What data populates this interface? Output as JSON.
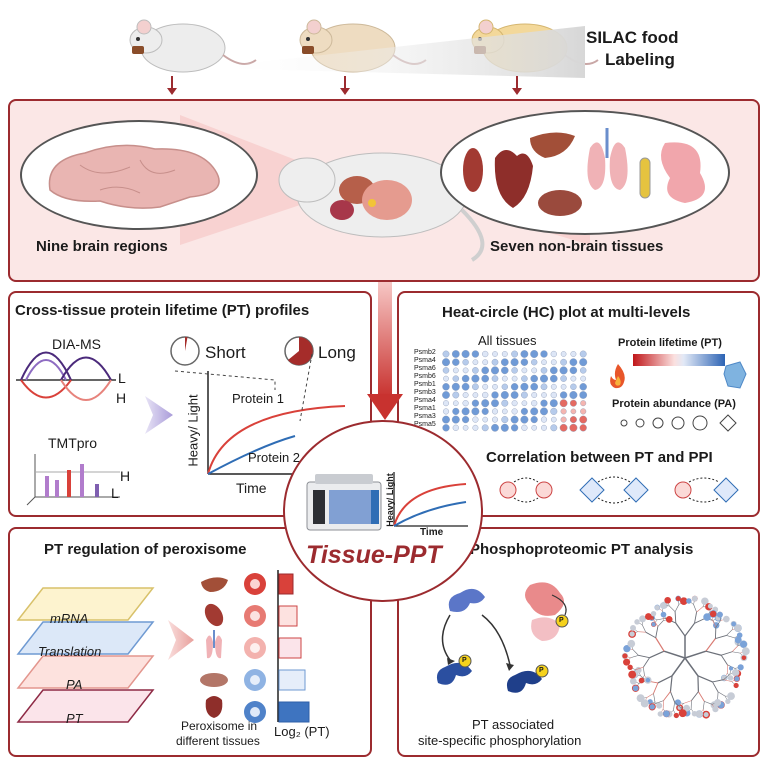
{
  "top": {
    "silac_label_line1": "SILAC food",
    "silac_label_line2": "Labeling",
    "left_caption": "Nine brain regions",
    "right_caption": "Seven non-brain tissues"
  },
  "panel_pt_profiles": {
    "title": "Cross-tissue protein lifetime (PT) profiles",
    "dia_ms": "DIA-MS",
    "tmtpro": "TMTpro",
    "light": "L",
    "heavy": "H",
    "short": "Short",
    "long": "Long",
    "protein1": "Protein 1",
    "protein2": "Protein 2",
    "ylabel": "Heavy/ Light",
    "xlabel": "Time"
  },
  "panel_hc": {
    "title": "Heat-circle (HC) plot at multi-levels",
    "all_tissues": "All tissues",
    "proteins": [
      "Psmb2",
      "Psma4",
      "Psma6",
      "Psmb6",
      "Psmb1",
      "Psmb3",
      "Psma4",
      "Psma1",
      "Psma3",
      "Psma5"
    ],
    "pt_legend": "Protein lifetime (PT)",
    "pa_legend": "Protein abundance (PA)",
    "correlation_title": "Correlation between PT and PPI"
  },
  "center": {
    "title": "Tissue-PPT",
    "ylabel": "Heavy/ Light",
    "xlabel": "Time"
  },
  "panel_peroxisome": {
    "title": "PT regulation of peroxisome",
    "layers": [
      "mRNA",
      "Translation",
      "PA",
      "PT"
    ],
    "caption_line1": "Peroxisome in",
    "caption_line2": "different tissues",
    "axis_label": "Log₂ (PT)"
  },
  "panel_phospho": {
    "title": "Phosphoproteomic PT analysis",
    "phospho_letter": "P",
    "caption_line1": "PT associated",
    "caption_line2": "site-specific phosphorylation"
  },
  "colors": {
    "accent": "#9c2b2f",
    "red": "#d9413a",
    "blue": "#2f6db5",
    "pink_bg": "#fbe7e6"
  }
}
